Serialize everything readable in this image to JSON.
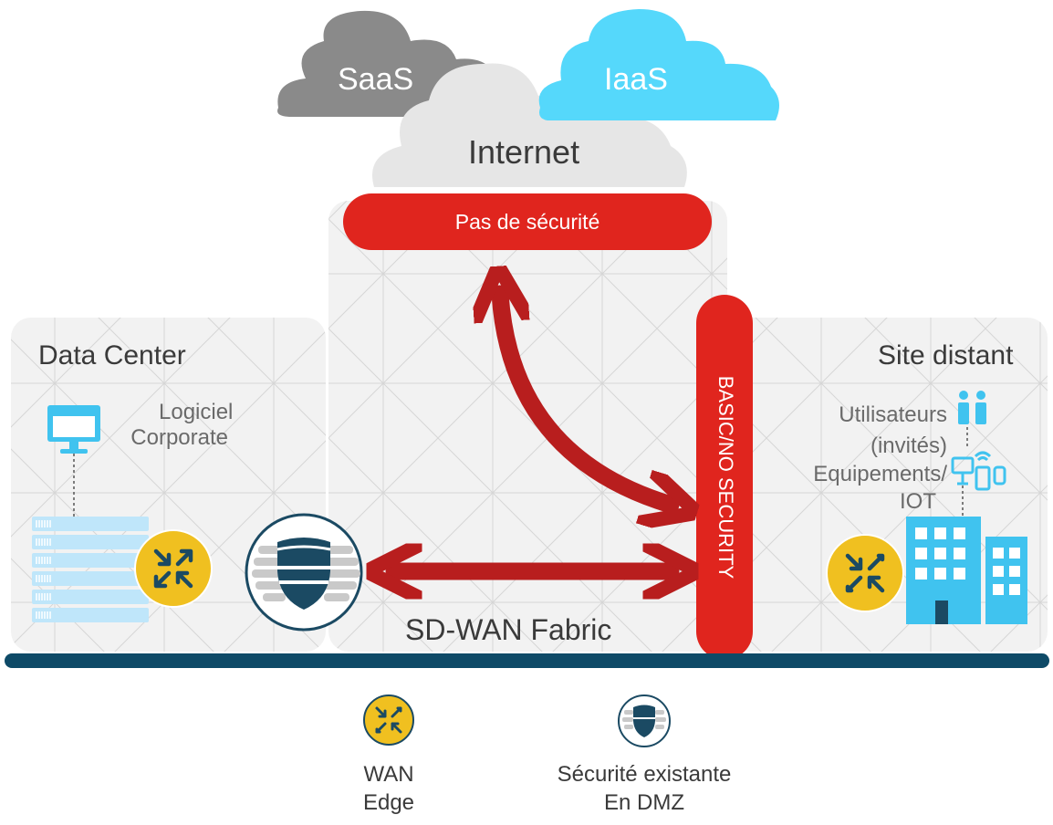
{
  "clouds": {
    "saas": "SaaS",
    "iaas": "IaaS",
    "internet": "Internet"
  },
  "labels": {
    "no_security": "Pas de sécurité",
    "basic_no_security": "BASIC/NO SECURITY",
    "fabric": "SD-WAN Fabric"
  },
  "data_center": {
    "title": "Data Center",
    "software_line1": "Logiciel",
    "software_line2": "Corporate"
  },
  "remote_site": {
    "title": "Site distant",
    "users_line1": "Utilisateurs",
    "users_line2": "(invités)",
    "devices_line1": "Equipements/",
    "devices_line2": "IOT"
  },
  "legend": {
    "wan_edge_line1": "WAN",
    "wan_edge_line2": "Edge",
    "security_line1": "Sécurité existante",
    "security_line2": "En DMZ"
  },
  "colors": {
    "red": "#e0251e",
    "arrow": "#b81e1e",
    "cloud_saas": "#8a8a8a",
    "cloud_iaas": "#55d8fb",
    "cloud_internet": "#e6e6e6",
    "router": "#f0c020",
    "router_arrows": "#1b4a63",
    "line": "#0e4a67",
    "server": "#bfe6fa",
    "building": "#40c3ef"
  }
}
